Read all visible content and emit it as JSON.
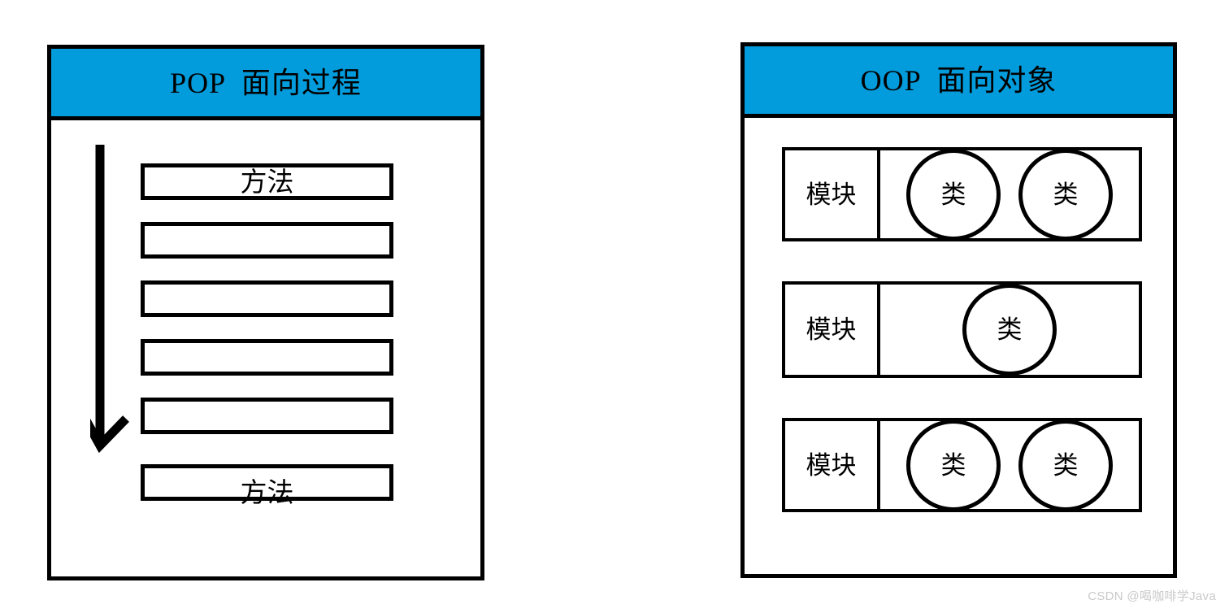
{
  "canvas": {
    "background": "#ffffff",
    "stroke_color": "#000000",
    "header_color": "#029CDC"
  },
  "pop_panel": {
    "header": {
      "title": "POP  面向过程"
    },
    "arrow": {
      "icon": "down-arrow-icon",
      "direction": "down"
    },
    "steps": [
      {
        "label": "方法"
      },
      {
        "label": ""
      },
      {
        "label": ""
      },
      {
        "label": ""
      },
      {
        "label": ""
      },
      {
        "label": "方法"
      }
    ]
  },
  "oop_panel": {
    "header": {
      "title": "OOP  面向对象"
    },
    "modules": [
      {
        "name": "模块",
        "classes": [
          "类",
          "类"
        ]
      },
      {
        "name": "模块",
        "classes": [
          "类"
        ]
      },
      {
        "name": "模块",
        "classes": [
          "类",
          "类"
        ]
      }
    ]
  },
  "watermark": {
    "text": "CSDN @喝咖啡学Java"
  }
}
